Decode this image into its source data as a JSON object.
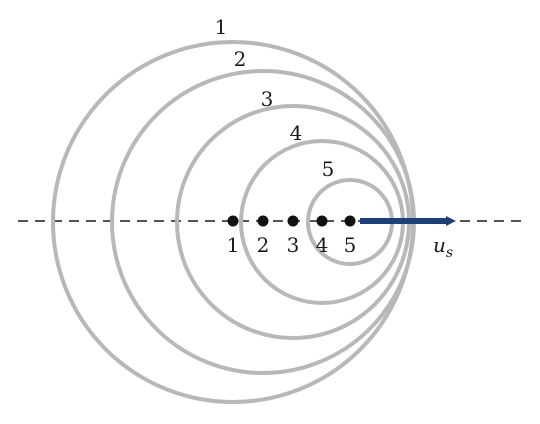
{
  "diagram": {
    "wavefront_labels": [
      "1",
      "2",
      "3",
      "4",
      "5"
    ],
    "source_position_labels": [
      "1",
      "2",
      "3",
      "4",
      "5"
    ],
    "velocity_label": {
      "symbol": "u",
      "subscript": "s"
    },
    "colors": {
      "wavefront_stroke": "#b8b8b8",
      "axis_line": "#1a1a1a",
      "source_point": "#111111",
      "velocity_arrow": "#1f3f7a",
      "text": "#1a1a1a"
    },
    "icons": {
      "velocity": "arrow-right-icon",
      "source": "dot-icon"
    }
  }
}
